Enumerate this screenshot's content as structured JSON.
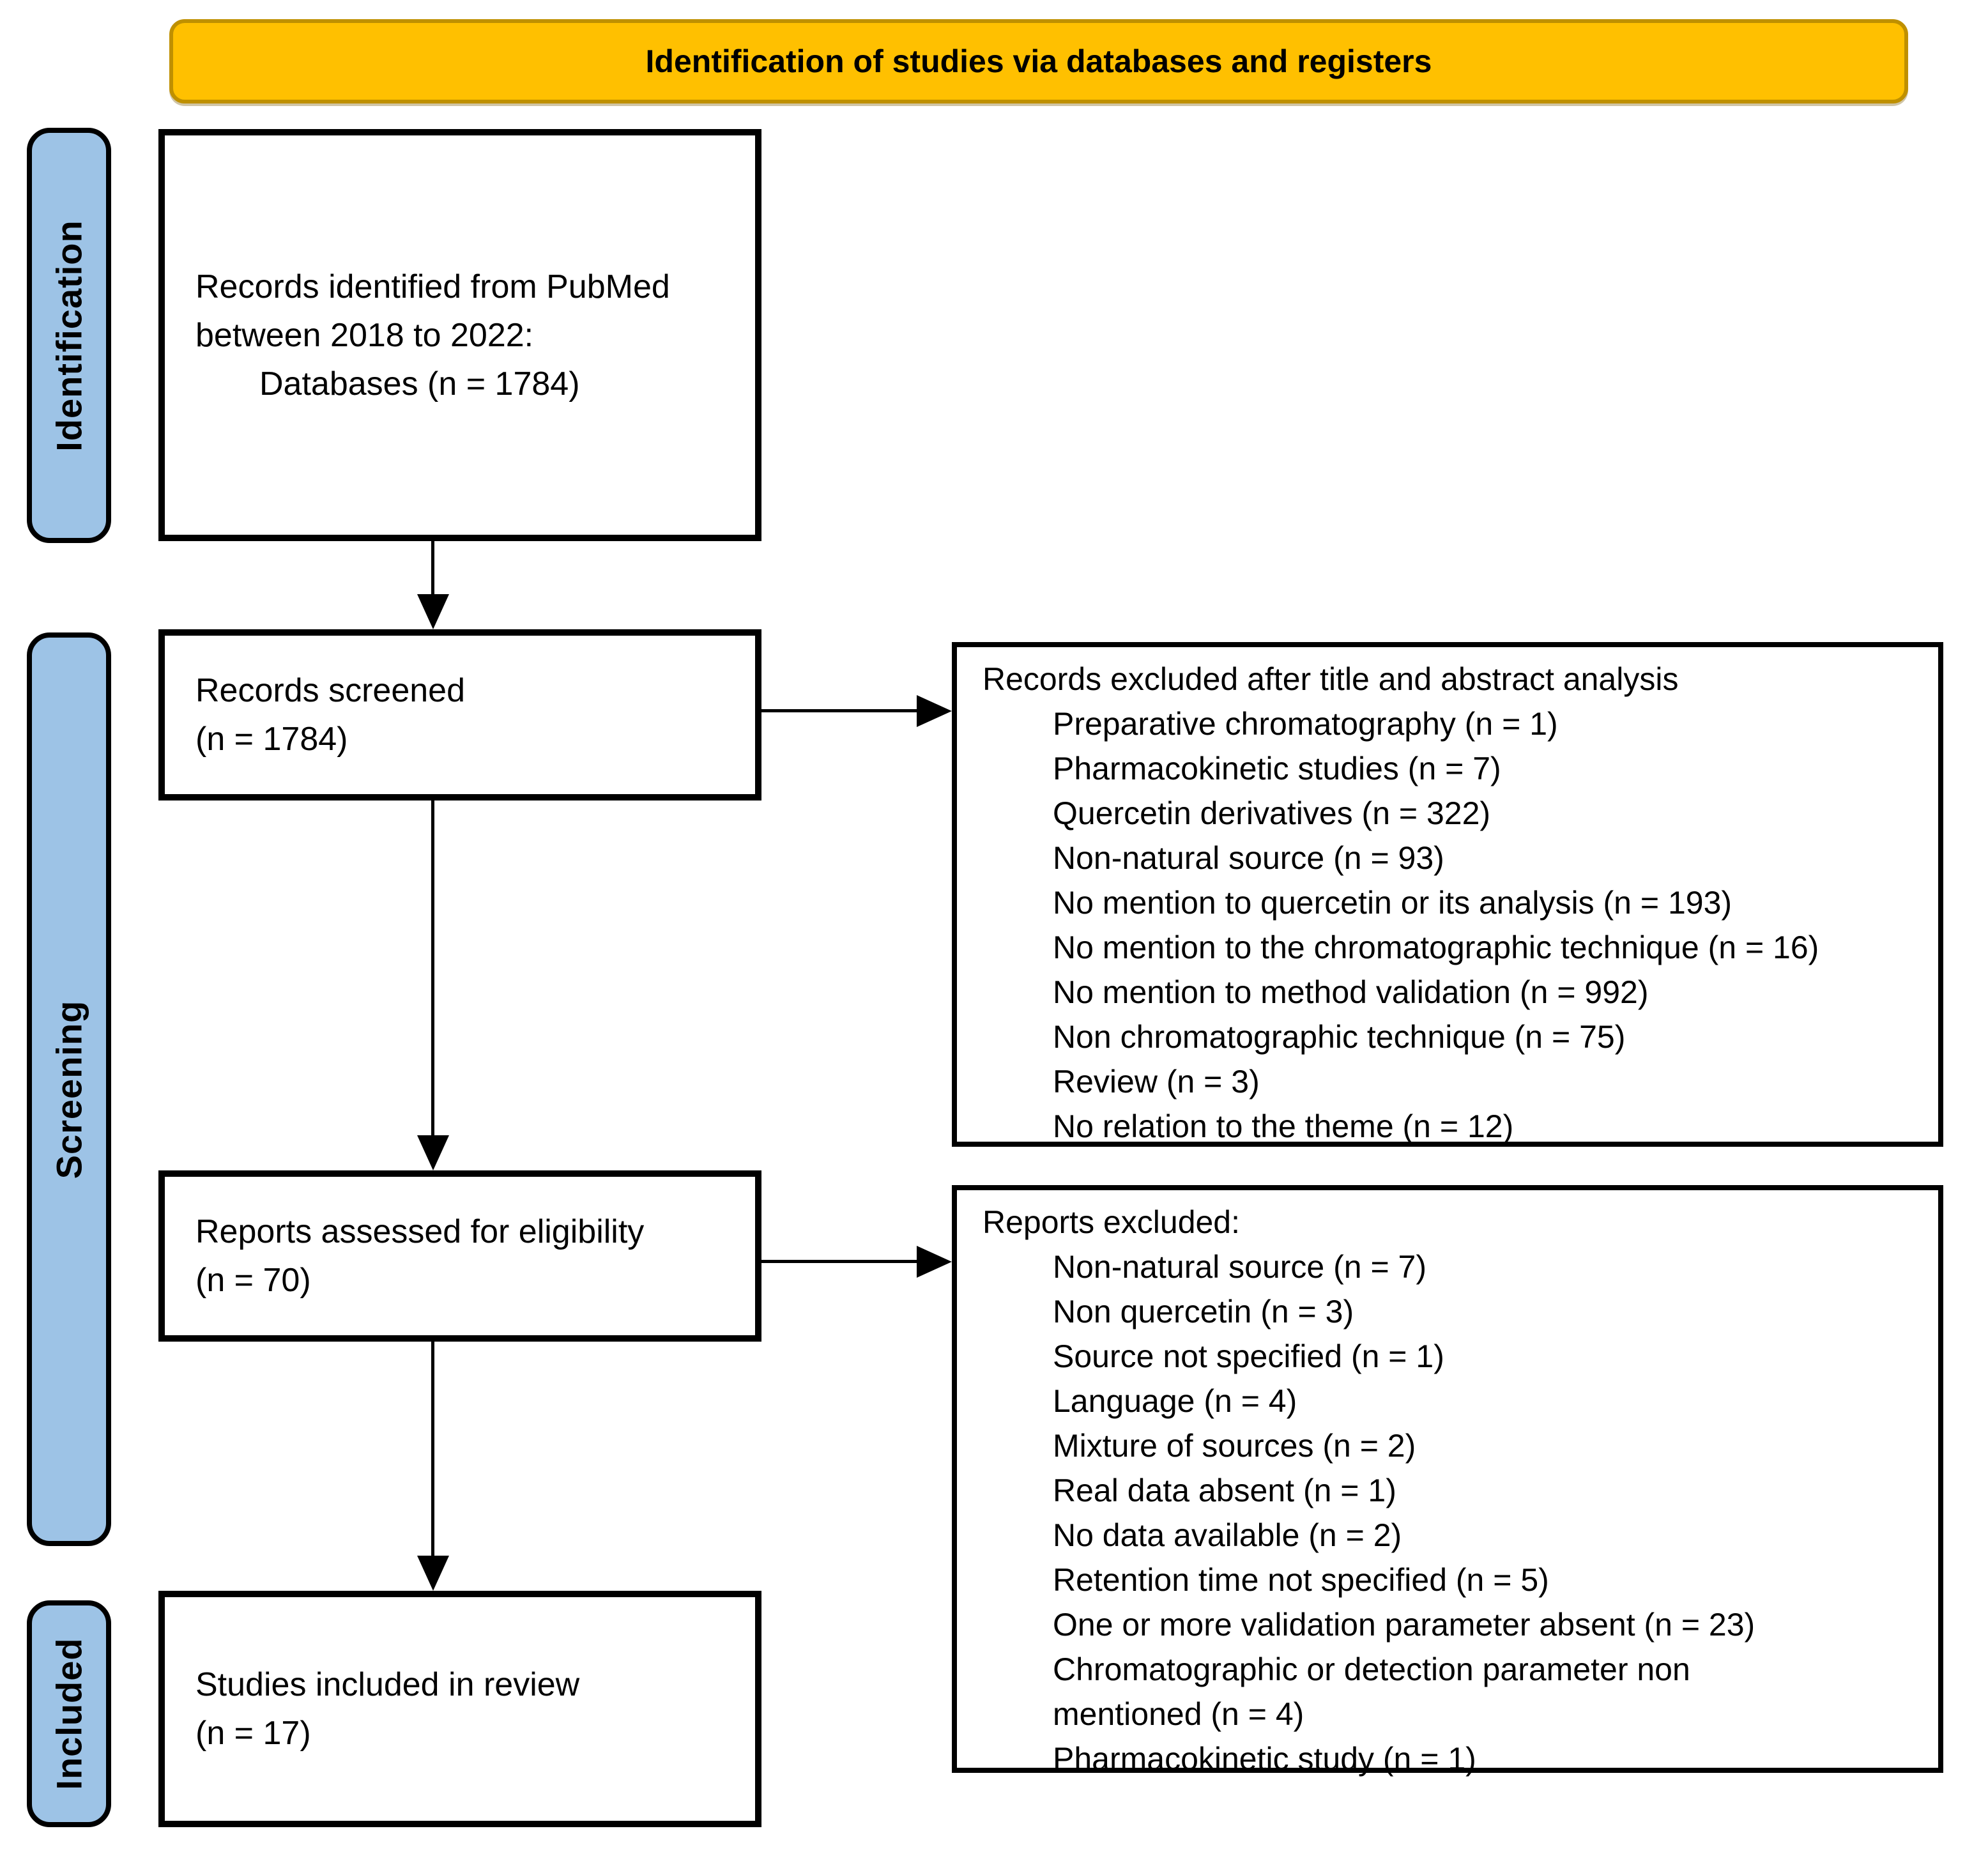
{
  "banner": {
    "title": "Identification of studies via databases and registers"
  },
  "colors": {
    "banner_fill": "#FFC000",
    "banner_border": "#BF9000",
    "stage_fill": "#9DC3E6",
    "box_border": "#000000"
  },
  "sidebar": {
    "stages": [
      {
        "label": "Identification"
      },
      {
        "label": "Screening"
      },
      {
        "label": "Included"
      }
    ]
  },
  "flow": {
    "identified": {
      "lines": [
        "Records identified from PubMed",
        "between 2018 to 2022:"
      ],
      "indented_line": "Databases (n = 1784)"
    },
    "screened": {
      "lines": [
        "Records screened",
        "(n = 1784)"
      ]
    },
    "assessed": {
      "lines": [
        "Reports assessed for eligibility",
        "(n = 70)"
      ]
    },
    "included": {
      "lines": [
        "Studies included in review",
        "(n = 17)"
      ]
    }
  },
  "exclusions": [
    {
      "header": "Records excluded after title and abstract analysis",
      "items": [
        "Preparative chromatography (n = 1)",
        "Pharmacokinetic studies (n = 7)",
        "Quercetin derivatives (n = 322)",
        "Non-natural source (n = 93)",
        "No mention to quercetin or its analysis (n = 193)",
        "No mention to the chromatographic technique (n = 16)",
        "No mention to method validation (n = 992)",
        "Non chromatographic technique (n = 75)",
        "Review (n = 3)",
        "No relation to the theme (n = 12)"
      ]
    },
    {
      "header": "Reports excluded:",
      "items": [
        "Non-natural source (n = 7)",
        "Non quercetin (n = 3)",
        "Source not specified (n = 1)",
        "Language (n = 4)",
        "Mixture of sources (n = 2)",
        "Real data absent (n = 1)",
        "No data available (n = 2)",
        "Retention time not specified (n = 5)",
        "One or more validation parameter absent (n = 23)",
        "Chromatographic or detection parameter non\nmentioned (n = 4)",
        "Pharmacokinetic study (n = 1)"
      ]
    }
  ]
}
